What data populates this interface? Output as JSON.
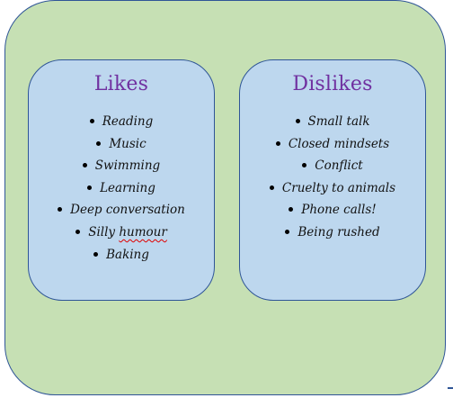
{
  "likes": {
    "title": "Likes",
    "items": [
      "Reading",
      "Music",
      "Swimming",
      "Learning",
      "Deep conversation",
      "Silly",
      "Baking"
    ],
    "items_6_misspelled": "humour"
  },
  "dislikes": {
    "title": "Dislikes",
    "items": [
      "Small talk",
      "Closed mindsets",
      "Conflict",
      "Cruelty to animals",
      "Phone calls!",
      "Being rushed"
    ]
  },
  "colors": {
    "outer_fill": "#c6e0b4",
    "card_fill": "#bdd7ee",
    "border": "#2f5597",
    "title": "#7030a0"
  }
}
